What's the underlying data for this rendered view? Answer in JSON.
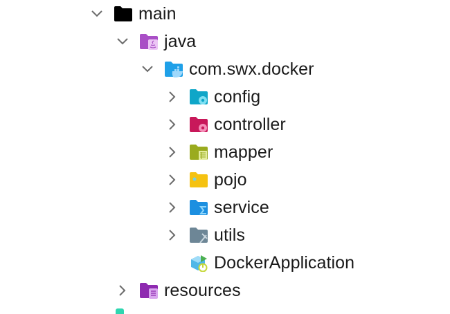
{
  "tree": {
    "items": [
      {
        "label": "main",
        "expanded": true,
        "icon": "folder-icon",
        "color": "#000000"
      },
      {
        "label": "java",
        "expanded": true,
        "icon": "java-folder-icon",
        "color": "#a94fc6"
      },
      {
        "label": "com.swx.docker",
        "expanded": true,
        "icon": "docker-package-icon",
        "color": "#1fa0e8"
      },
      {
        "label": "config",
        "expanded": false,
        "icon": "config-folder-icon",
        "color": "#0fa6c8"
      },
      {
        "label": "controller",
        "expanded": false,
        "icon": "controller-folder-icon",
        "color": "#c8185a"
      },
      {
        "label": "mapper",
        "expanded": false,
        "icon": "mapper-folder-icon",
        "color": "#9aab1e"
      },
      {
        "label": "pojo",
        "expanded": false,
        "icon": "pojo-folder-icon",
        "color": "#f5c211"
      },
      {
        "label": "service",
        "expanded": false,
        "icon": "service-folder-icon",
        "color": "#1c8fe0"
      },
      {
        "label": "utils",
        "expanded": false,
        "icon": "utils-folder-icon",
        "color": "#6d8696"
      },
      {
        "label": "DockerApplication",
        "icon": "spring-boot-application-icon",
        "color": "#4fb7e8"
      },
      {
        "label": "resources",
        "expanded": false,
        "icon": "resources-folder-icon",
        "color": "#8e2ab0"
      }
    ]
  }
}
